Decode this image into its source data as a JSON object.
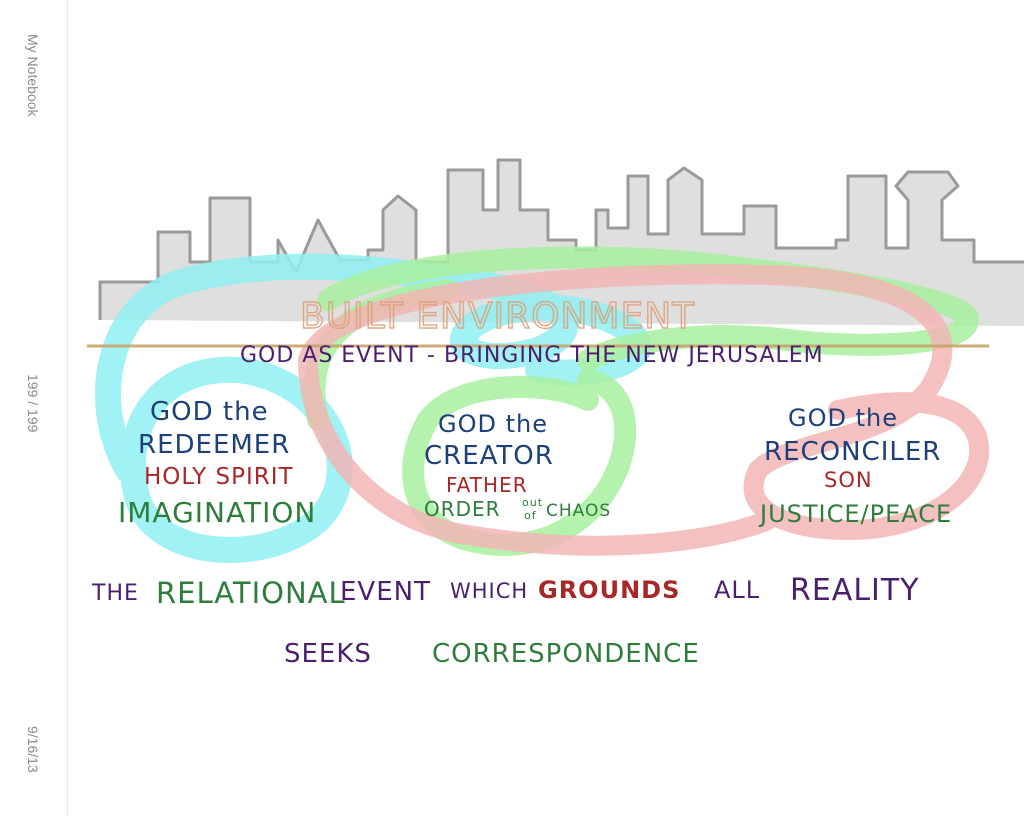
{
  "sidebar": {
    "title": "My Notebook",
    "page_indicator": "199 / 199",
    "date": "9/16/13"
  },
  "sketch": {
    "skyline_label": "BUILT ENVIRONMENT",
    "event_line": "GOD AS EVENT - BRINGING THE NEW JERUSALEM",
    "redeemer": {
      "title_line1": "GOD the",
      "title_line2": "REDEEMER",
      "person": "HOLY SPIRIT",
      "quality": "IMAGINATION"
    },
    "creator": {
      "title_line1": "GOD the",
      "title_line2": "CREATOR",
      "person": "FATHER",
      "quality_a": "ORDER",
      "quality_out": "out",
      "quality_of": "of",
      "quality_b": "CHAOS"
    },
    "reconciler": {
      "title_line1": "GOD the",
      "title_line2": "RECONCILER",
      "person": "SON",
      "quality": "JUSTICE/PEACE"
    },
    "relational_line": {
      "w1": "THE",
      "w2": "RELATIONAL",
      "w3": "EVENT",
      "w4": "WHICH",
      "w5": "GROUNDS",
      "w6": "ALL",
      "w7": "REALITY"
    },
    "seeks_line": {
      "w1": "SEEKS",
      "w2": "CORRESPONDENCE"
    }
  },
  "colors": {
    "purple": "#4a1f6e",
    "navy": "#1d3f7a",
    "green": "#2e7d3c",
    "red": "#a82828",
    "skyline_gray": "#d6d6d6",
    "cyan_loop": "#8ff0f2",
    "green_loop": "#a8f0a0",
    "pink_loop": "#f2b5b5",
    "tan_line": "#c9a36a"
  }
}
